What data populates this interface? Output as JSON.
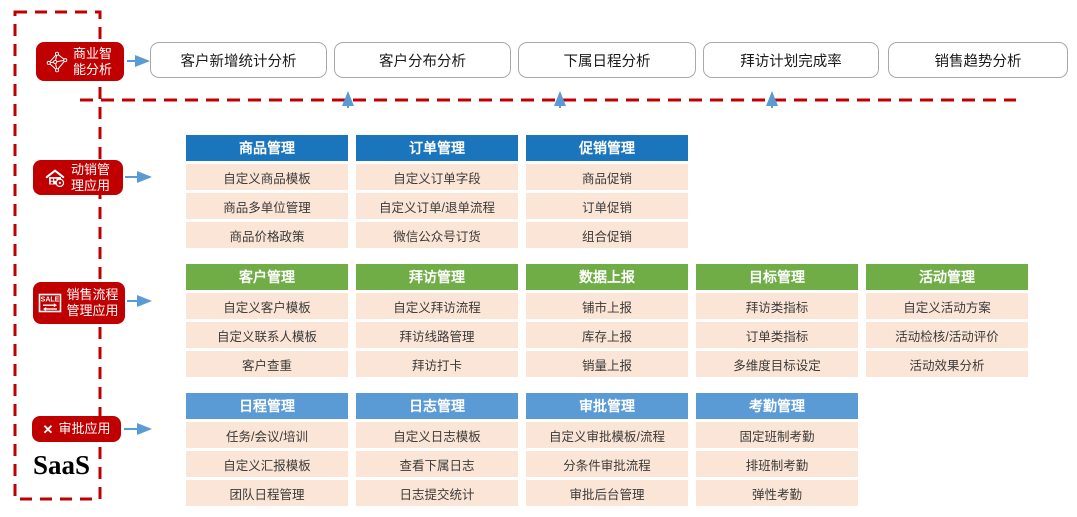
{
  "colors": {
    "accent_red": "#c00000",
    "group1_header_blue": "#1b75bc",
    "group2_header_green": "#70ad47",
    "group3_header_lightblue": "#5b9bd5",
    "cell_bg_peach": "#fbe5d6",
    "arrow_blue": "#5b9bd5"
  },
  "sidebar": {
    "saas_label": "SaaS",
    "badges": [
      {
        "label": "商业智能分析",
        "icon": "network-graph-icon"
      },
      {
        "label": "动销管理应用",
        "icon": "store-icon"
      },
      {
        "label": "销售流程管理应用",
        "icon": "sale-tag-icon"
      },
      {
        "label": "审批应用",
        "icon": "cross-icon"
      }
    ]
  },
  "bi_row": {
    "boxes": [
      "客户新增统计分析",
      "客户分布分析",
      "下属日程分析",
      "拜访计划完成率",
      "销售趋势分析"
    ]
  },
  "groups": [
    {
      "columns": [
        {
          "title": "商品管理",
          "items": [
            "自定义商品模板",
            "商品多单位管理",
            "商品价格政策"
          ]
        },
        {
          "title": "订单管理",
          "items": [
            "自定义订单字段",
            "自定义订单/退单流程",
            "微信公众号订货"
          ]
        },
        {
          "title": "促销管理",
          "items": [
            "商品促销",
            "订单促销",
            "组合促销"
          ]
        }
      ]
    },
    {
      "columns": [
        {
          "title": "客户管理",
          "items": [
            "自定义客户模板",
            "自定义联系人模板",
            "客户查重"
          ]
        },
        {
          "title": "拜访管理",
          "items": [
            "自定义拜访流程",
            "拜访线路管理",
            "拜访打卡"
          ]
        },
        {
          "title": "数据上报",
          "items": [
            "铺市上报",
            "库存上报",
            "销量上报"
          ]
        },
        {
          "title": "目标管理",
          "items": [
            "拜访类指标",
            "订单类指标",
            "多维度目标设定"
          ]
        },
        {
          "title": "活动管理",
          "items": [
            "自定义活动方案",
            "活动检核/活动评价",
            "活动效果分析"
          ]
        }
      ]
    },
    {
      "columns": [
        {
          "title": "日程管理",
          "items": [
            "任务/会议/培训",
            "自定义汇报模板",
            "团队日程管理"
          ]
        },
        {
          "title": "日志管理",
          "items": [
            "自定义日志模板",
            "查看下属日志",
            "日志提交统计"
          ]
        },
        {
          "title": "审批管理",
          "items": [
            "自定义审批模板/流程",
            "分条件审批流程",
            "审批后台管理"
          ]
        },
        {
          "title": "考勤管理",
          "items": [
            "固定班制考勤",
            "排班制考勤",
            "弹性考勤"
          ]
        }
      ]
    }
  ]
}
